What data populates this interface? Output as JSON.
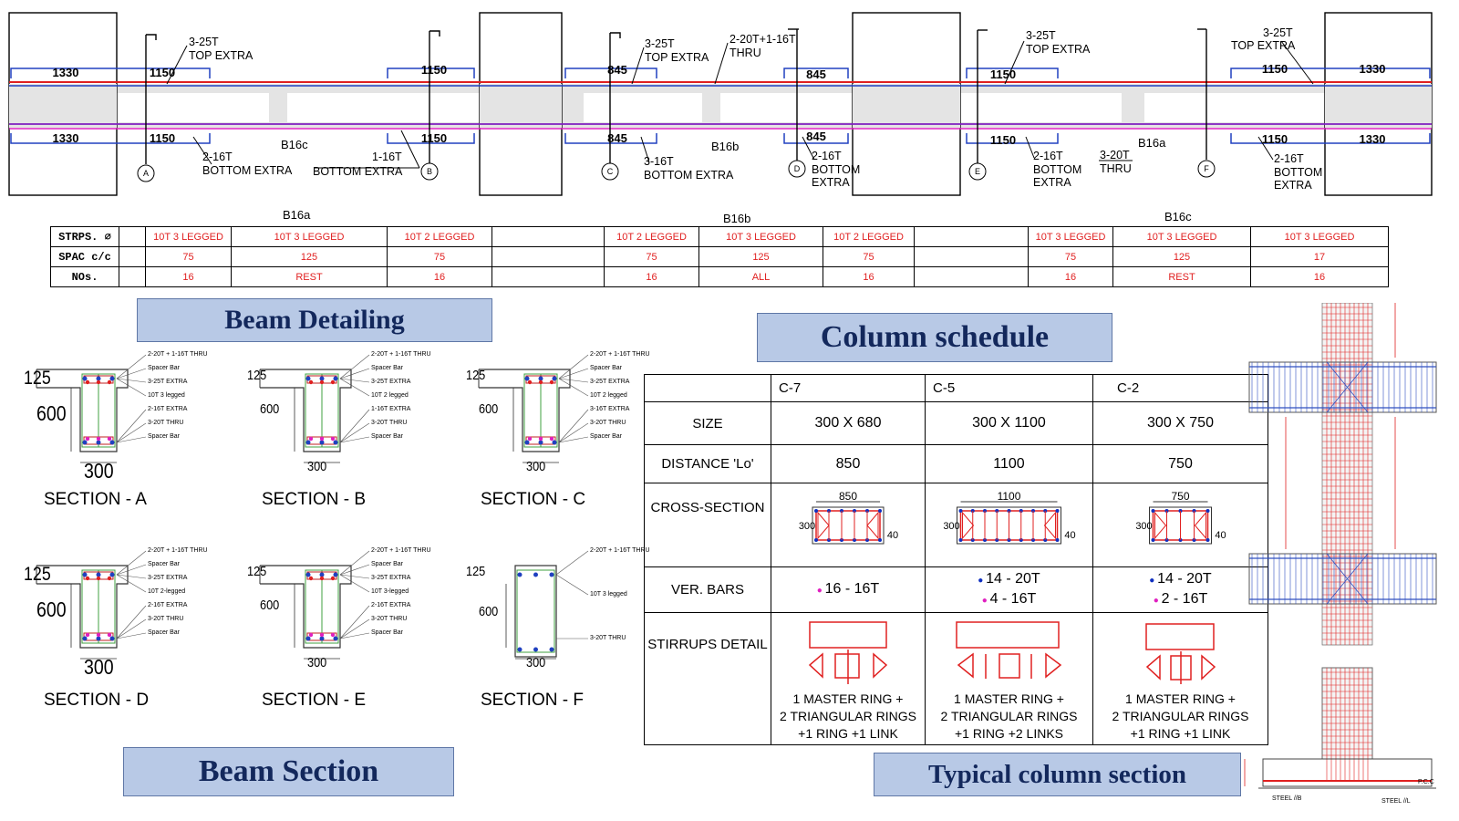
{
  "banners": {
    "beam_detailing": "Beam Detailing",
    "column_schedule": "Column schedule",
    "beam_section": "Beam Section",
    "typical_column_section": "Typical column section"
  },
  "beam_elevation": {
    "dims": [
      "1330",
      "1150",
      "1150",
      "845",
      "845",
      "1150",
      "1150",
      "1330"
    ],
    "beam_marks": [
      "B16c",
      "B16b",
      "B16a"
    ],
    "gridlines": [
      "A",
      "B",
      "C",
      "D",
      "E",
      "F"
    ],
    "top_notes": [
      {
        "l1": "3-25T",
        "l2": "TOP EXTRA"
      },
      {
        "l1": "3-25T",
        "l2": "TOP EXTRA"
      },
      {
        "l1": "2-20T+1-16T",
        "l2": "THRU"
      },
      {
        "l1": "3-25T",
        "l2": "TOP EXTRA"
      },
      {
        "l1": "3-25T",
        "l2": "TOP EXTRA"
      }
    ],
    "bottom_notes": [
      {
        "l1": "2-16T",
        "l2": "BOTTOM EXTRA"
      },
      {
        "l1": "1-16T",
        "l2": "BOTTOM EXTRA"
      },
      {
        "l1": "3-16T",
        "l2": "BOTTOM EXTRA"
      },
      {
        "l1": "2-16T",
        "l2": "BOTTOM",
        "l3": "EXTRA"
      },
      {
        "l1": "2-16T",
        "l2": "BOTTOM",
        "l3": "EXTRA"
      },
      {
        "l1": "3-20T",
        "l2": "THRU"
      },
      {
        "l1": "2-16T",
        "l2": "BOTTOM",
        "l3": "EXTRA"
      }
    ]
  },
  "stirrup_schedule": {
    "group_heads": [
      "B16a",
      "B16b",
      "B16c"
    ],
    "row_heads": [
      "STRPS. ∅",
      "SPAC c/c",
      "NOs."
    ],
    "rows": [
      [
        "10T 3 LEGGED",
        "10T 3 LEGGED",
        "10T 2 LEGGED",
        "",
        "10T 2 LEGGED",
        "10T 3 LEGGED",
        "10T 2 LEGGED",
        "",
        "10T 3 LEGGED",
        "10T 3 LEGGED",
        "10T 3 LEGGED"
      ],
      [
        "75",
        "125",
        "75",
        "",
        "75",
        "125",
        "75",
        "",
        "75",
        "125",
        "17"
      ],
      [
        "16",
        "REST",
        "16",
        "",
        "16",
        "ALL",
        "16",
        "",
        "16",
        "REST",
        "16"
      ]
    ]
  },
  "beam_sections": [
    {
      "label": "SECTION - A",
      "top": "125",
      "depth": "600",
      "width": "300",
      "notes": [
        "2-20T + 1-16T THRU",
        "Spacer Bar",
        "3-25T EXTRA",
        "10T 3 legged",
        "2-16T EXTRA",
        "3-20T THRU",
        "Spacer Bar"
      ]
    },
    {
      "label": "SECTION - B",
      "top": "125",
      "depth": "600",
      "width": "300",
      "notes": [
        "2-20T + 1-16T THRU",
        "Spacer Bar",
        "3-25T EXTRA",
        "10T 2 legged",
        "1-16T EXTRA",
        "3-20T THRU",
        "Spacer Bar"
      ]
    },
    {
      "label": "SECTION - C",
      "top": "125",
      "depth": "600",
      "width": "300",
      "notes": [
        "2-20T + 1-16T THRU",
        "Spacer Bar",
        "3-25T EXTRA",
        "10T 2 legged",
        "3-16T EXTRA",
        "3-20T THRU",
        "Spacer Bar"
      ]
    },
    {
      "label": "SECTION - D",
      "top": "125",
      "depth": "600",
      "width": "300",
      "notes": [
        "2-20T + 1-16T THRU",
        "Spacer Bar",
        "3-25T EXTRA",
        "10T 2-legged",
        "2-16T EXTRA",
        "3-20T THRU",
        "Spacer Bar"
      ]
    },
    {
      "label": "SECTION - E",
      "top": "125",
      "depth": "600",
      "width": "300",
      "notes": [
        "2-20T + 1-16T THRU",
        "Spacer Bar",
        "3-25T EXTRA",
        "10T 3-legged",
        "2-16T EXTRA",
        "3-20T THRU",
        "Spacer Bar"
      ]
    },
    {
      "label": "SECTION - F",
      "top": "125",
      "depth": "600",
      "width": "300",
      "notes": [
        "2-20T + 1-16T THRU",
        "10T 3 legged",
        "3-20T THRU"
      ]
    }
  ],
  "column_schedule": {
    "columns": [
      "C-7",
      "C-5",
      "C-2"
    ],
    "row_labels": [
      "SIZE",
      "DISTANCE 'Lo'",
      "CROSS-SECTION",
      "VER. BARS",
      "STIRRUPS DETAIL"
    ],
    "size": [
      "300 X 680",
      "300 X 1100",
      "300 X 750"
    ],
    "lo": [
      "850",
      "1100",
      "750"
    ],
    "cross_dims": [
      {
        "w": "850",
        "d": "300",
        "cover": "40"
      },
      {
        "w": "1100",
        "d": "300",
        "cover": "40"
      },
      {
        "w": "750",
        "d": "300",
        "cover": "40"
      }
    ],
    "ver_bars": [
      [
        {
          "text": "16 - 16T",
          "color": "#e020c0"
        }
      ],
      [
        {
          "text": "14 - 20T",
          "color": "#1030c0"
        },
        {
          "text": "4 - 16T",
          "color": "#e020c0"
        }
      ],
      [
        {
          "text": "14 - 20T",
          "color": "#1030c0"
        },
        {
          "text": "2 - 16T",
          "color": "#e020c0"
        }
      ]
    ],
    "stirrups": [
      [
        "1 MASTER RING +",
        "2 TRIANGULAR RINGS",
        "+1 RING +1 LINK"
      ],
      [
        "1 MASTER RING +",
        "2 TRIANGULAR RINGS",
        "+1 RING +2 LINKS"
      ],
      [
        "1 MASTER RING +",
        "2 TRIANGULAR RINGS",
        "+1 RING +1 LINK"
      ]
    ]
  },
  "typical_column": {
    "bottom_labels": [
      "STEEL //B",
      "STEEL //L"
    ],
    "pcc_label": "P.C.C"
  }
}
